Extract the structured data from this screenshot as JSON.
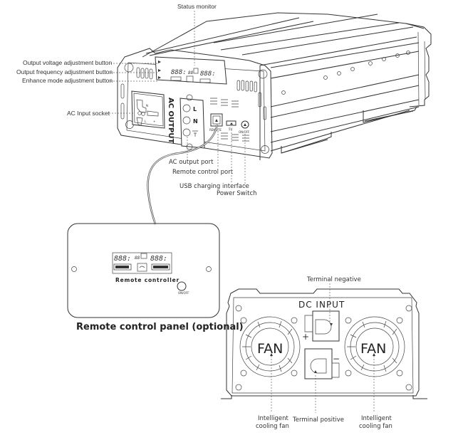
{
  "diagram": {
    "title": "Inverter overview",
    "inverter_labels": {
      "status_monitor": "Status monitor",
      "output_voltage_button": "Output voltage adjustment button",
      "output_frequency_button": "Output frequency adjustment button",
      "enhance_mode_button": "Enhance mode adjustment button",
      "ac_input_socket": "AC Input socket",
      "ac_output_port": "AC output port",
      "remote_control_port": "Remote control port",
      "usb_charging_interface": "USB charging interface",
      "power_switch": "Power Switch"
    },
    "front_panel": {
      "ac_output_text": "AC OUTPUT",
      "terminal_L": "L",
      "terminal_N": "N",
      "remote_port_text": "REMOTE",
      "usb_text": "5V",
      "switch_text": "ON/OFF",
      "lcd_left_digits": "888:",
      "lcd_mid_digits": "88",
      "lcd_right_digits": "888:"
    },
    "remote_panel": {
      "title": "Remote control panel (optional)",
      "device_label": "Remote controller",
      "lcd_left_digits": "888:",
      "lcd_mid_digits": "88",
      "lcd_right_digits": "888:",
      "button_text": "ON/OFF"
    },
    "rear_panel": {
      "dc_input_text": "DC INPUT",
      "fan_left_text": "FAN",
      "fan_right_text": "FAN",
      "plus_sign": "+",
      "minus_sign": "−",
      "terminal_negative": "Terminal negative",
      "terminal_positive": "Terminal positive",
      "cooling_fan_left_line1": "Intelligent",
      "cooling_fan_left_line2": "cooling fan",
      "cooling_fan_right_line1": "Intelligent",
      "cooling_fan_right_line2": "cooling fan"
    }
  }
}
